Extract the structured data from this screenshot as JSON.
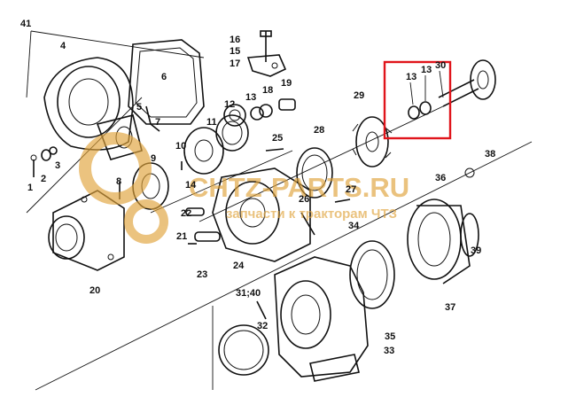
{
  "watermark": {
    "brand": "CHTZ-PARTS.RU",
    "tagline": "запчасти к тракторам ЧТЗ",
    "color": "#e0a33a"
  },
  "highlight": {
    "color": "#e0141b",
    "part_numbers": [
      "13",
      "13",
      "30"
    ]
  },
  "callouts": [
    "41",
    "4",
    "6",
    "16",
    "15",
    "17",
    "5",
    "7",
    "3",
    "2",
    "1",
    "12",
    "13",
    "18",
    "19",
    "11",
    "10",
    "9",
    "8",
    "25",
    "28",
    "29",
    "38",
    "14",
    "22",
    "21",
    "23",
    "24",
    "26",
    "27",
    "34",
    "36",
    "37",
    "39",
    "20",
    "31;40",
    "32",
    "35",
    "33"
  ]
}
